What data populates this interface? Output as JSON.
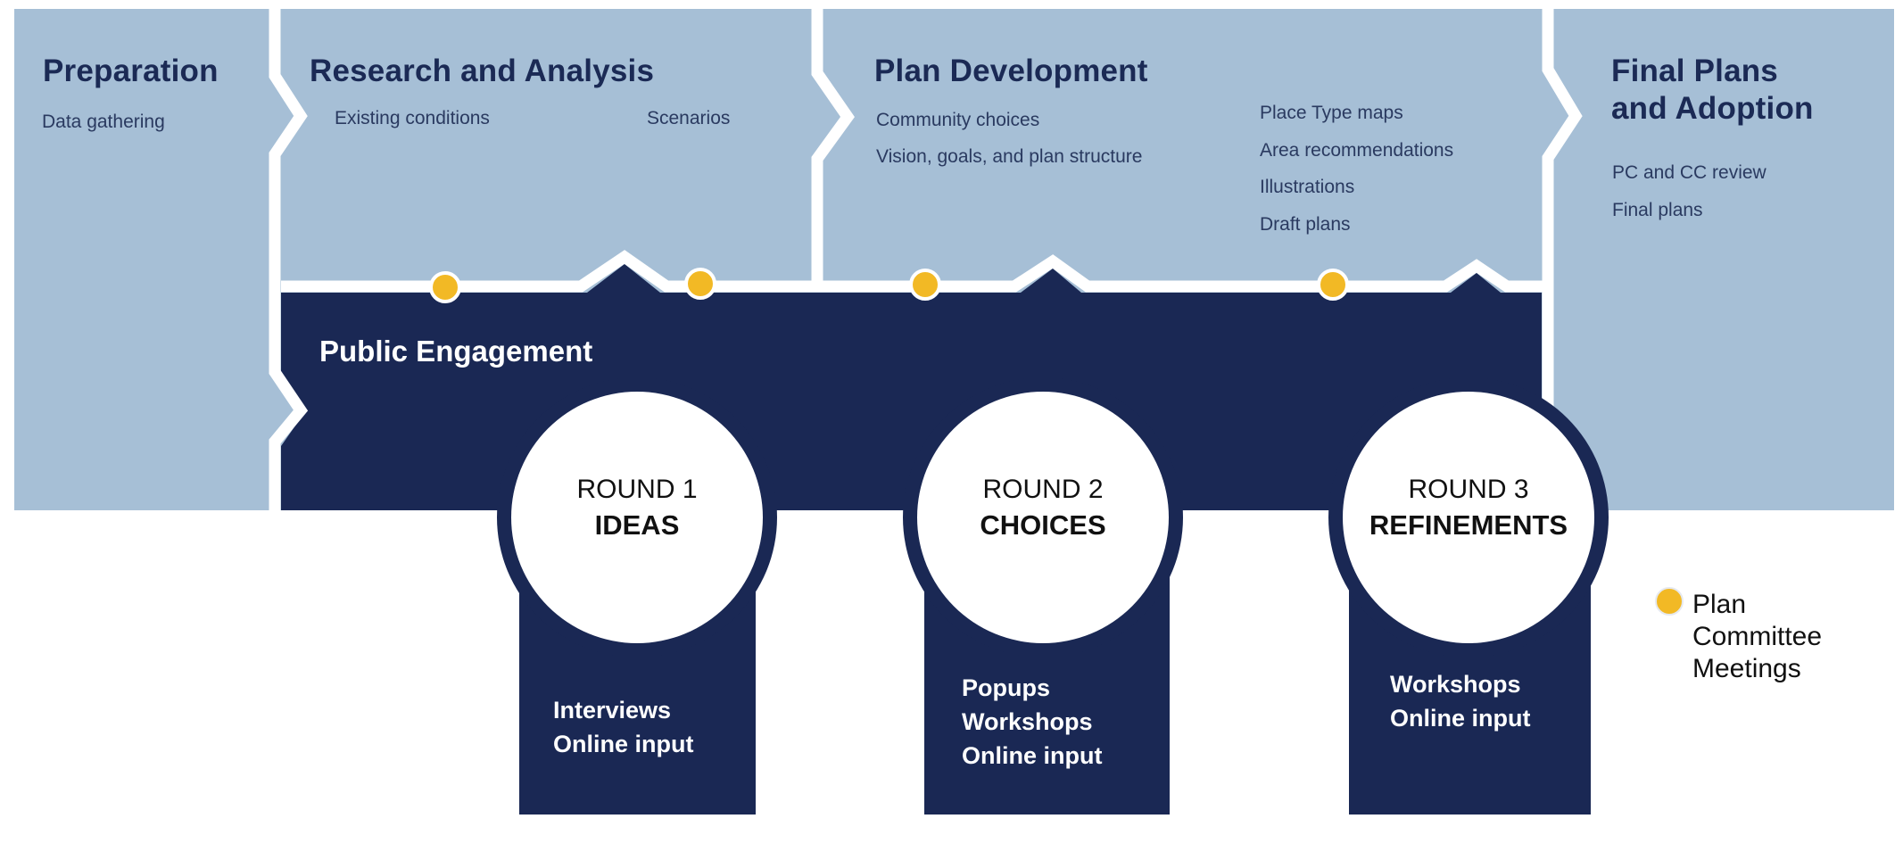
{
  "colors": {
    "phase_fill": "#a6bfd6",
    "engagement_fill": "#1a2854",
    "meeting_dot": "#f2b925",
    "separator": "#ffffff",
    "title_text": "#1b2a55"
  },
  "phases": [
    {
      "title": "Preparation",
      "items": [
        "Data gathering"
      ]
    },
    {
      "title": "Research and Analysis",
      "items": [
        "Existing conditions",
        "Scenarios"
      ]
    },
    {
      "title": "Plan Development",
      "items": [
        "Community choices",
        "Vision, goals, and plan structure",
        "Place Type maps",
        "Area recommendations",
        "Illustrations",
        "Draft plans"
      ]
    },
    {
      "title_lines": [
        "Final Plans",
        "and Adoption"
      ],
      "items": [
        "PC and CC review",
        "Final plans"
      ]
    }
  ],
  "engagement": {
    "title": "Public Engagement",
    "rounds": [
      {
        "label": "ROUND 1",
        "name": "IDEAS",
        "activities": [
          "Interviews",
          "Online input"
        ]
      },
      {
        "label": "ROUND 2",
        "name": "CHOICES",
        "activities": [
          "Popups",
          "Workshops",
          "Online input"
        ]
      },
      {
        "label": "ROUND 3",
        "name": "REFINEMENTS",
        "activities": [
          "Workshops",
          "Online input"
        ]
      }
    ]
  },
  "meetings": {
    "count": 4,
    "icon": "yellow-dot-icon"
  },
  "legend": {
    "label_lines": [
      "Plan",
      "Committee",
      "Meetings"
    ],
    "icon": "yellow-dot-icon"
  }
}
